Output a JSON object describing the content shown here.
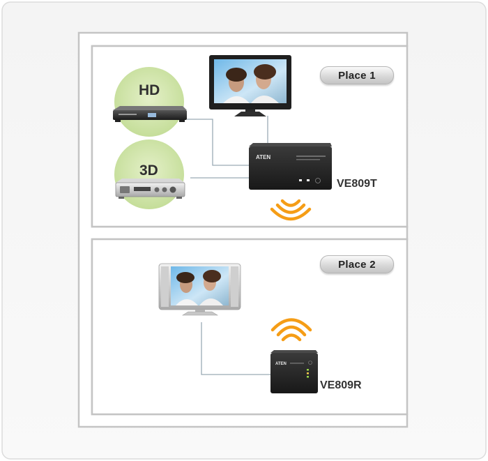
{
  "place1": {
    "label": "Place 1"
  },
  "place2": {
    "label": "Place 2"
  },
  "sources": [
    {
      "label": "HD"
    },
    {
      "label": "3D"
    }
  ],
  "transmitter": {
    "model": "VE809T",
    "brand": "ATEN"
  },
  "receiver": {
    "model": "VE809R",
    "brand": "ATEN"
  },
  "colors": {
    "frame": "#c4c4c4",
    "disc": "#cfe5a8",
    "wireless": "#f59d16",
    "line": "#9aaab5",
    "device": "#2a2a2a"
  }
}
